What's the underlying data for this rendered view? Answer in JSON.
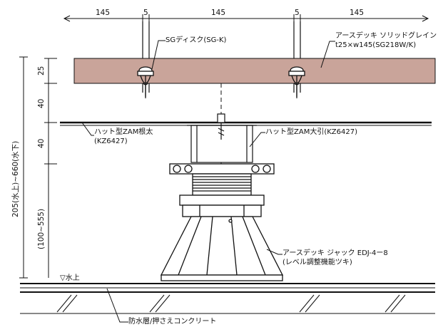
{
  "dimensions": {
    "top": [
      "145",
      "5",
      "145",
      "5",
      "145"
    ],
    "left_deck": "25",
    "left_upper": "40",
    "left_lower": "40",
    "overall_height": "205(水上)~660(水下)",
    "adjust_range": "(100~555)"
  },
  "labels": {
    "disk": "SGディスク(SG-K)",
    "deck_line1": "アースデッキ ソリッドグレイン",
    "deck_line2": "t25×w145(SG218W/K)",
    "joist_line1": "ハット型ZAM根太",
    "joist_line2": "(KZ6427)",
    "beam": "ハット型ZAM大引(KZ6427)",
    "jack_line1": "アースデッキ ジャック EDJ-4ー8",
    "jack_line2": "(レベル調整機能ツキ)",
    "water_level": "▽水上",
    "waterproof": "防水層/押さえコンクリート"
  },
  "colors": {
    "deck_fill": "#c9a49a",
    "line": "#111111"
  }
}
